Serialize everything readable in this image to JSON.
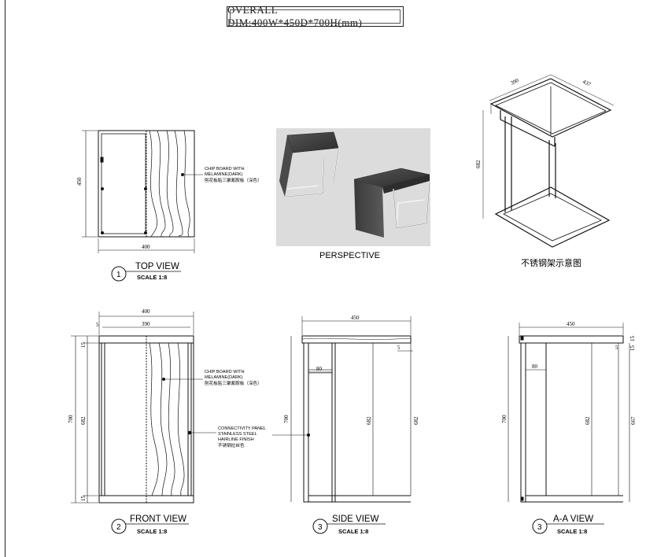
{
  "title": "OVERALL DIM:400W*450D*700H(mm)",
  "views": {
    "top": {
      "number": "1",
      "name": "TOP VIEW",
      "scale": "SCALE  1:8"
    },
    "front": {
      "number": "2",
      "name": "FRONT VIEW",
      "scale": "SCALE  1:8"
    },
    "side": {
      "number": "3",
      "name": "SIDE VIEW",
      "scale": "SCALE  1:8"
    },
    "aa": {
      "number": "3",
      "name": "A-A VIEW",
      "scale": "SCALE  1:8"
    }
  },
  "perspective_label": "PERSPECTIVE",
  "frame_label_cn": "不锈钢架示意图",
  "notes": {
    "chip_board": [
      "CHIP BOARD WITH",
      "MELAMINE(DARK)",
      "刨花板贴三聚氰胺板（深色）"
    ],
    "connectivity": [
      "CONNECTIVITY PANEL",
      "STAINLESS STEEL",
      "HAIRLINE FINISH",
      "不锈钢拉丝色"
    ]
  },
  "dims": {
    "top": {
      "width": "400",
      "depth": "450"
    },
    "front": {
      "width": "400",
      "inner": "390",
      "side_small": "5",
      "height": "700",
      "inner_h": "682",
      "top_t": "15",
      "bot_t": "15"
    },
    "side": {
      "depth": "450",
      "height": "700",
      "leg": "80",
      "inner_h1": "682",
      "inner_h2": "682",
      "small": "5"
    },
    "aa": {
      "depth": "450",
      "height": "700",
      "leg": "80",
      "inner_h": "682",
      "outer_h": "667",
      "small": "5",
      "t1": "15",
      "t2": "15"
    },
    "iso": {
      "w": "390",
      "d": "437",
      "h": "682"
    }
  }
}
